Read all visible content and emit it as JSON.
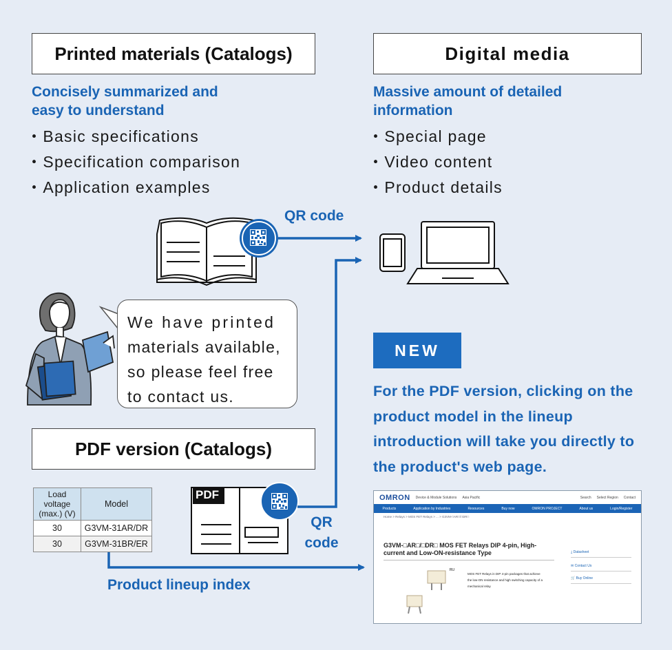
{
  "printed": {
    "title": "Printed materials (Catalogs)",
    "subtitle_line1": "Concisely summarized and",
    "subtitle_line2": "easy to understand",
    "bullets": [
      "Basic specifications",
      "Specification comparison",
      "Application examples"
    ]
  },
  "digital": {
    "title": "Digital media",
    "subtitle_line1": "Massive amount of detailed",
    "subtitle_line2": "information",
    "bullets": [
      "Special page",
      "Video content",
      "Product details"
    ]
  },
  "qr_label_top": "QR code",
  "qr_label_pdf_line1": "QR",
  "qr_label_pdf_line2": "code",
  "speech": {
    "lines": [
      "We have printed",
      "materials available,",
      "so please feel free",
      "to contact us."
    ]
  },
  "pdf": {
    "title": "PDF version (Catalogs)",
    "book_tag": "PDF"
  },
  "lineup_table": {
    "headers": [
      "Load voltage (max.) (V)",
      "Model"
    ],
    "rows": [
      [
        "30",
        "G3VM-31AR/DR"
      ],
      [
        "30",
        "G3VM-31BR/ER"
      ]
    ]
  },
  "lineup_label": "Product lineup index",
  "new_badge": "NEW",
  "new_text": "For the PDF version, clicking on the product model in the lineup introduction will take you directly to the product's web page.",
  "webpage": {
    "logo": "OMRON",
    "top_links": [
      "Device & Module Solutions",
      "Asia Pacific",
      "Search",
      "Select Region",
      "Contact"
    ],
    "nav": [
      "Products",
      "Application by Industries",
      "Resources",
      "Buy now",
      "OMRON PROJECT",
      "About us",
      "Login/Register"
    ],
    "breadcrumb": "Home  >  Relays  >  MOS FET Relays  >  ...  >  G3VM-□AR□/□DR□",
    "title": "G3VM-□AR□/□DR□ MOS FET Relays DIP 4-pin, High-current and Low-ON-resistance Type",
    "description": "MOS FET Relays in DIP 4-pin packages that achieve the low-ON resistance and high switching capacity of a mechanical relay",
    "side_links": [
      "Datasheet",
      "Contact Us",
      "Buy Online"
    ]
  },
  "colors": {
    "background": "#e6ecf5",
    "accent_blue": "#1a64b4",
    "badge_blue": "#1d6cbf"
  }
}
